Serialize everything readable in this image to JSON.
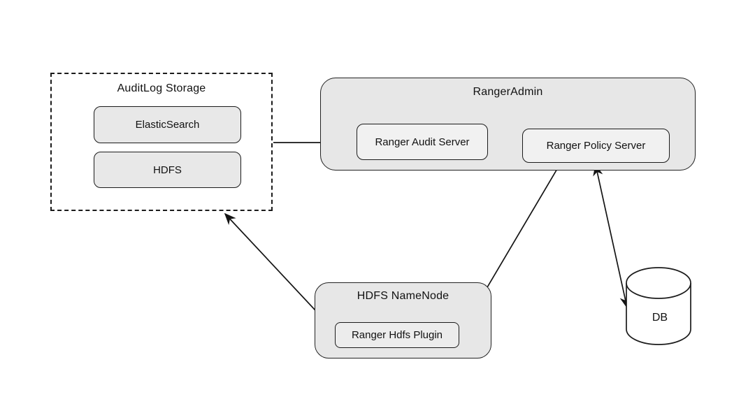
{
  "audit_storage": {
    "title": "AuditLog Storage",
    "items": [
      {
        "label": "ElasticSearch"
      },
      {
        "label": "HDFS"
      }
    ]
  },
  "ranger_admin": {
    "title": "RangerAdmin",
    "audit_server_label": "Ranger Audit Server",
    "policy_server_label": "Ranger Policy Server"
  },
  "hdfs_namenode": {
    "title": "HDFS NameNode",
    "plugin_label": "Ranger Hdfs Plugin"
  },
  "db": {
    "label": "DB"
  },
  "connections": [
    {
      "from": "AuditLog Storage",
      "to": "Ranger Audit Server",
      "direction": "one-way"
    },
    {
      "from": "Ranger Policy Server",
      "to": "Ranger Hdfs Plugin",
      "direction": "one-way"
    },
    {
      "from": "Ranger Policy Server",
      "to": "DB",
      "direction": "two-way"
    },
    {
      "from": "Ranger Hdfs Plugin",
      "to": "AuditLog Storage",
      "direction": "one-way"
    }
  ],
  "colors": {
    "container_fill": "#e7e7e7",
    "sub_node_fill": "#e8e8e8",
    "inner_node_fill": "#f1f1f1",
    "border": "#1b1b1b",
    "arrow": "#141414",
    "background": "#ffffff"
  }
}
